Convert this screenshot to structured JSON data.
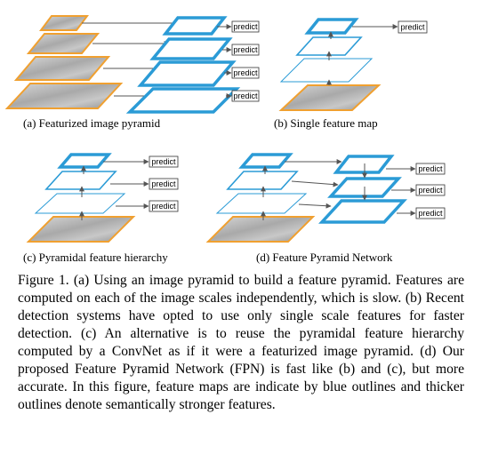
{
  "labels": {
    "a": "(a) Featurized image pyramid",
    "b": "(b) Single feature map",
    "c": "(c) Pyramidal feature hierarchy",
    "d": "(d) Feature Pyramid Network"
  },
  "predict_label": "predict",
  "caption": "Figure 1. (a) Using an image pyramid to build a feature pyramid. Features are computed on each of the image scales independently, which is slow.  (b) Recent detection systems have opted to use only single scale features for faster detection. (c) An alternative is to reuse the pyramidal feature hierarchy computed by a ConvNet as if it were a featurized image pyramid. (d) Our proposed Feature Pyramid Network (FPN) is fast like (b) and (c), but more accurate. In this figure, feature maps are indicate by blue outlines and thicker outlines denote semantically stronger features.",
  "colors": {
    "feature_blue": "#2b9bd6",
    "image_orange": "#f0a030",
    "arrow": "#555555"
  }
}
